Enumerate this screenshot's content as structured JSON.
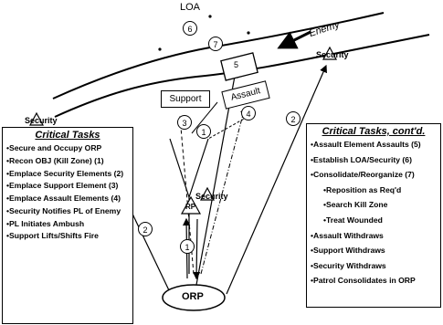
{
  "labels": {
    "loa": "LOA",
    "enemy": "Enemy",
    "security_top_right": "Security",
    "security_left": "Security",
    "security_center": "Security",
    "rp": "RP",
    "objective": "5",
    "support": "Support",
    "assault": "Assault",
    "orp": "ORP"
  },
  "route_markers": [
    "6",
    "7",
    "3",
    "1",
    "4",
    "2",
    "2",
    "1"
  ],
  "left_panel": {
    "title": "Critical Tasks",
    "items": [
      "•Secure and Occupy ORP",
      "•Recon OBJ (Kill Zone) (1)",
      "•Emplace Security Elements (2)",
      "•Emplace Support Element (3)",
      "•Emplace Assault Elements (4)",
      "•Security Notifies PL of Enemy",
      "•PL Initiates Ambush",
      "•Support Lifts/Shifts Fire"
    ]
  },
  "right_panel": {
    "title": "Critical Tasks, cont'd.",
    "items": [
      "•Assault Element Assaults (5)",
      "•Establish LOA/Security (6)",
      "•Consolidate/Reorganize (7)",
      "•Reposition as Req'd",
      "•Search Kill Zone",
      "•Treat Wounded",
      "•Assault Withdraws",
      "•Support Withdraws",
      "•Security Withdraws",
      "•Patrol Consolidates in ORP"
    ]
  }
}
